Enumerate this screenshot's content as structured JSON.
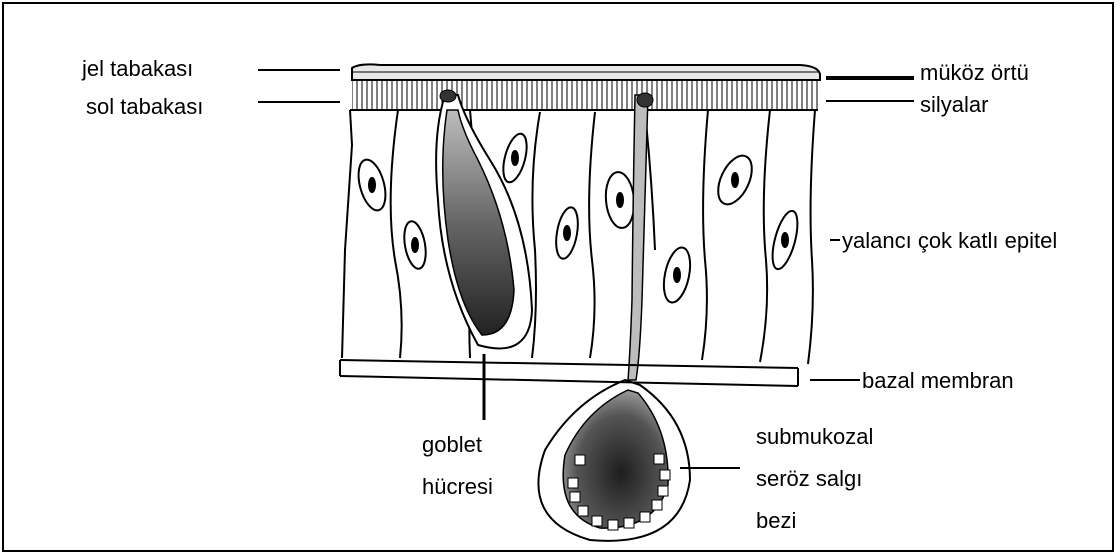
{
  "labels": {
    "jel_tabakasi": "jel tabakası",
    "sol_tabakasi": "sol tabakası",
    "mukoz_ortu": "müköz örtü",
    "silyalar": "silyalar",
    "yalanci_epitel": "yalancı çok katlı epitel",
    "bazal_membran": "bazal membran",
    "goblet_line1": "goblet",
    "goblet_line2": "hücresi",
    "submukozal_line1": "submukozal",
    "submukozal_line2": "seröz salgı",
    "submukozal_line3": "bezi"
  },
  "colors": {
    "ink": "#000000",
    "background": "#ffffff",
    "goblet_fill": "#3a3a3a",
    "gland_fill": "#2e2e2e"
  }
}
